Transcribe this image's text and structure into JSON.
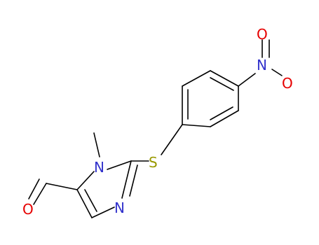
{
  "molecule": {
    "atoms": {
      "n_methyl": "N",
      "methyl": "",
      "n_ring": "N",
      "sulfur": "S",
      "aldehyde_o": "O",
      "nitro_n": "N",
      "nitro_o_top": "O",
      "nitro_o_right": "O"
    },
    "colors": {
      "bond": "#000000",
      "nitrogen": "#3333cc",
      "oxygen": "#e60000",
      "sulfur": "#999900"
    }
  }
}
